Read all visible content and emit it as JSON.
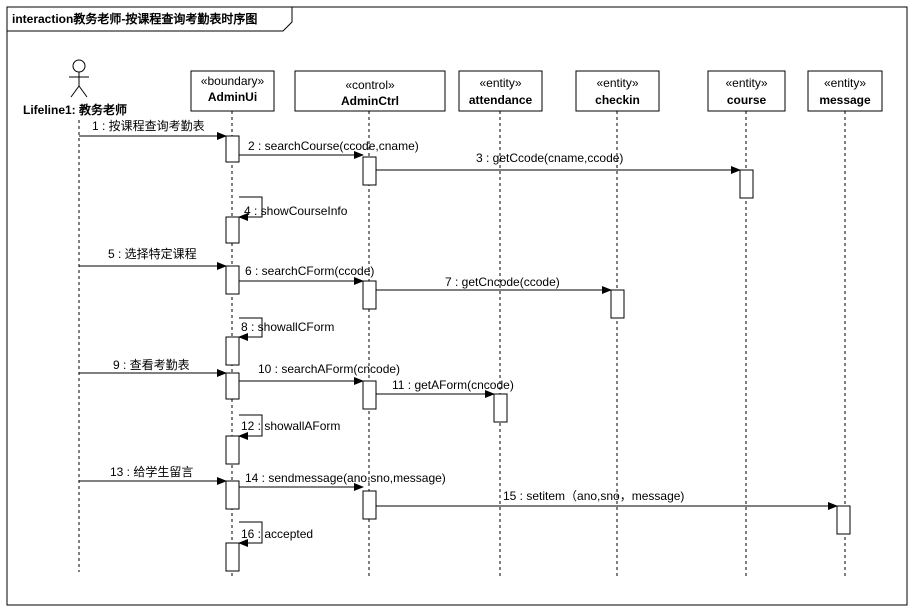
{
  "frame": {
    "title": "interaction教务老师-按课程查询考勤表时序图"
  },
  "actor": {
    "label": "Lifeline1: 教务老师"
  },
  "lifelines": [
    {
      "id": "adminui",
      "stereotype": "«boundary»",
      "name": "AdminUi"
    },
    {
      "id": "adminctrl",
      "stereotype": "«control»",
      "name": "AdminCtrl"
    },
    {
      "id": "attendance",
      "stereotype": "«entity»",
      "name": "attendance"
    },
    {
      "id": "checkin",
      "stereotype": "«entity»",
      "name": "checkin"
    },
    {
      "id": "course",
      "stereotype": "«entity»",
      "name": "course"
    },
    {
      "id": "message",
      "stereotype": "«entity»",
      "name": "message"
    }
  ],
  "messages": [
    {
      "label": "1 : 按课程查询考勤表",
      "from": "actor",
      "to": "adminui"
    },
    {
      "label": "2 : searchCourse(ccode,cname)",
      "from": "adminui",
      "to": "adminctrl"
    },
    {
      "label": "3 : getCcode(cname,ccode)",
      "from": "adminctrl",
      "to": "course"
    },
    {
      "label": "4 : showCourseInfo",
      "from": "adminui",
      "to": "adminui"
    },
    {
      "label": "5 : 选择特定课程",
      "from": "actor",
      "to": "adminui"
    },
    {
      "label": "6 : searchCForm(ccode)",
      "from": "adminui",
      "to": "adminctrl"
    },
    {
      "label": "7 : getCncode(ccode)",
      "from": "adminctrl",
      "to": "checkin"
    },
    {
      "label": "8 : showallCForm",
      "from": "adminui",
      "to": "adminui"
    },
    {
      "label": "9 : 查看考勤表",
      "from": "actor",
      "to": "adminui"
    },
    {
      "label": "10 : searchAForm(cncode)",
      "from": "adminui",
      "to": "adminctrl"
    },
    {
      "label": "11 : getAForm(cncode)",
      "from": "adminctrl",
      "to": "attendance"
    },
    {
      "label": "12 : showallAForm",
      "from": "adminui",
      "to": "adminui"
    },
    {
      "label": "13 : 给学生留言",
      "from": "actor",
      "to": "adminui"
    },
    {
      "label": "14 : sendmessage(ano,sno,message)",
      "from": "adminui",
      "to": "adminctrl"
    },
    {
      "label": "15 : setitem（ano,sno，message)",
      "from": "adminctrl",
      "to": "message"
    },
    {
      "label": "16 : accepted",
      "from": "adminui",
      "to": "adminui"
    }
  ]
}
